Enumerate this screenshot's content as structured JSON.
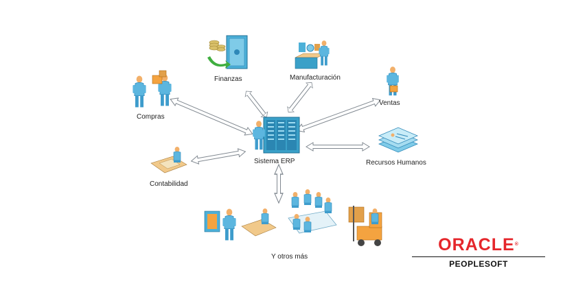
{
  "hub": {
    "label": "Sistema ERP",
    "icon": "server-rack-icon"
  },
  "modules": {
    "finanzas": {
      "label": "Finanzas",
      "icon": "finance-safe-icon"
    },
    "manufactura": {
      "label": "Manufacturación",
      "icon": "manufacturing-icon"
    },
    "ventas": {
      "label": "Ventas",
      "icon": "salesperson-icon"
    },
    "compras": {
      "label": "Compras",
      "icon": "purchasing-icon"
    },
    "rrhh": {
      "label": "Recursos Humanos",
      "icon": "hr-documents-icon"
    },
    "contabilidad": {
      "label": "Contabilidad",
      "icon": "accounting-desk-icon"
    },
    "otros": {
      "label": "Y otros más",
      "icon": "more-modules-icon"
    }
  },
  "brand": {
    "oracle": "ORACLE",
    "registered": "®",
    "product": "PEOPLESOFT"
  },
  "colors": {
    "figure": "#5cb6df",
    "figure_dark": "#2e88b8",
    "skin": "#f2b06a",
    "server": "#3aa0c8",
    "arrow_fill": "#ffffff",
    "arrow_stroke": "#808890",
    "oracle_red": "#e5262b",
    "desk": "#f1c98a",
    "forklift": "#f4a340"
  }
}
